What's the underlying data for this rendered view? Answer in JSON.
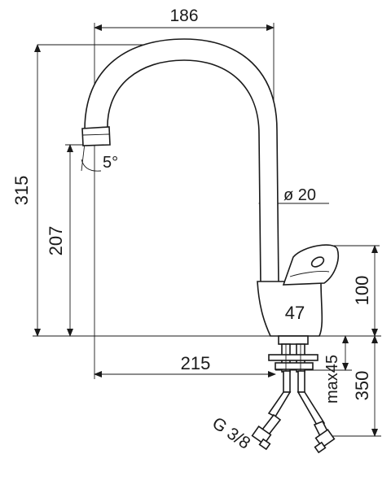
{
  "labels": {
    "width_top": "186",
    "total_height": "315",
    "spout_height": "207",
    "angle": "5°",
    "diameter": "ø 20",
    "body_height": "100",
    "base_width": "47",
    "reach": "215",
    "max_thickness": "max45",
    "hose_length": "350",
    "thread": "G 3/8"
  }
}
